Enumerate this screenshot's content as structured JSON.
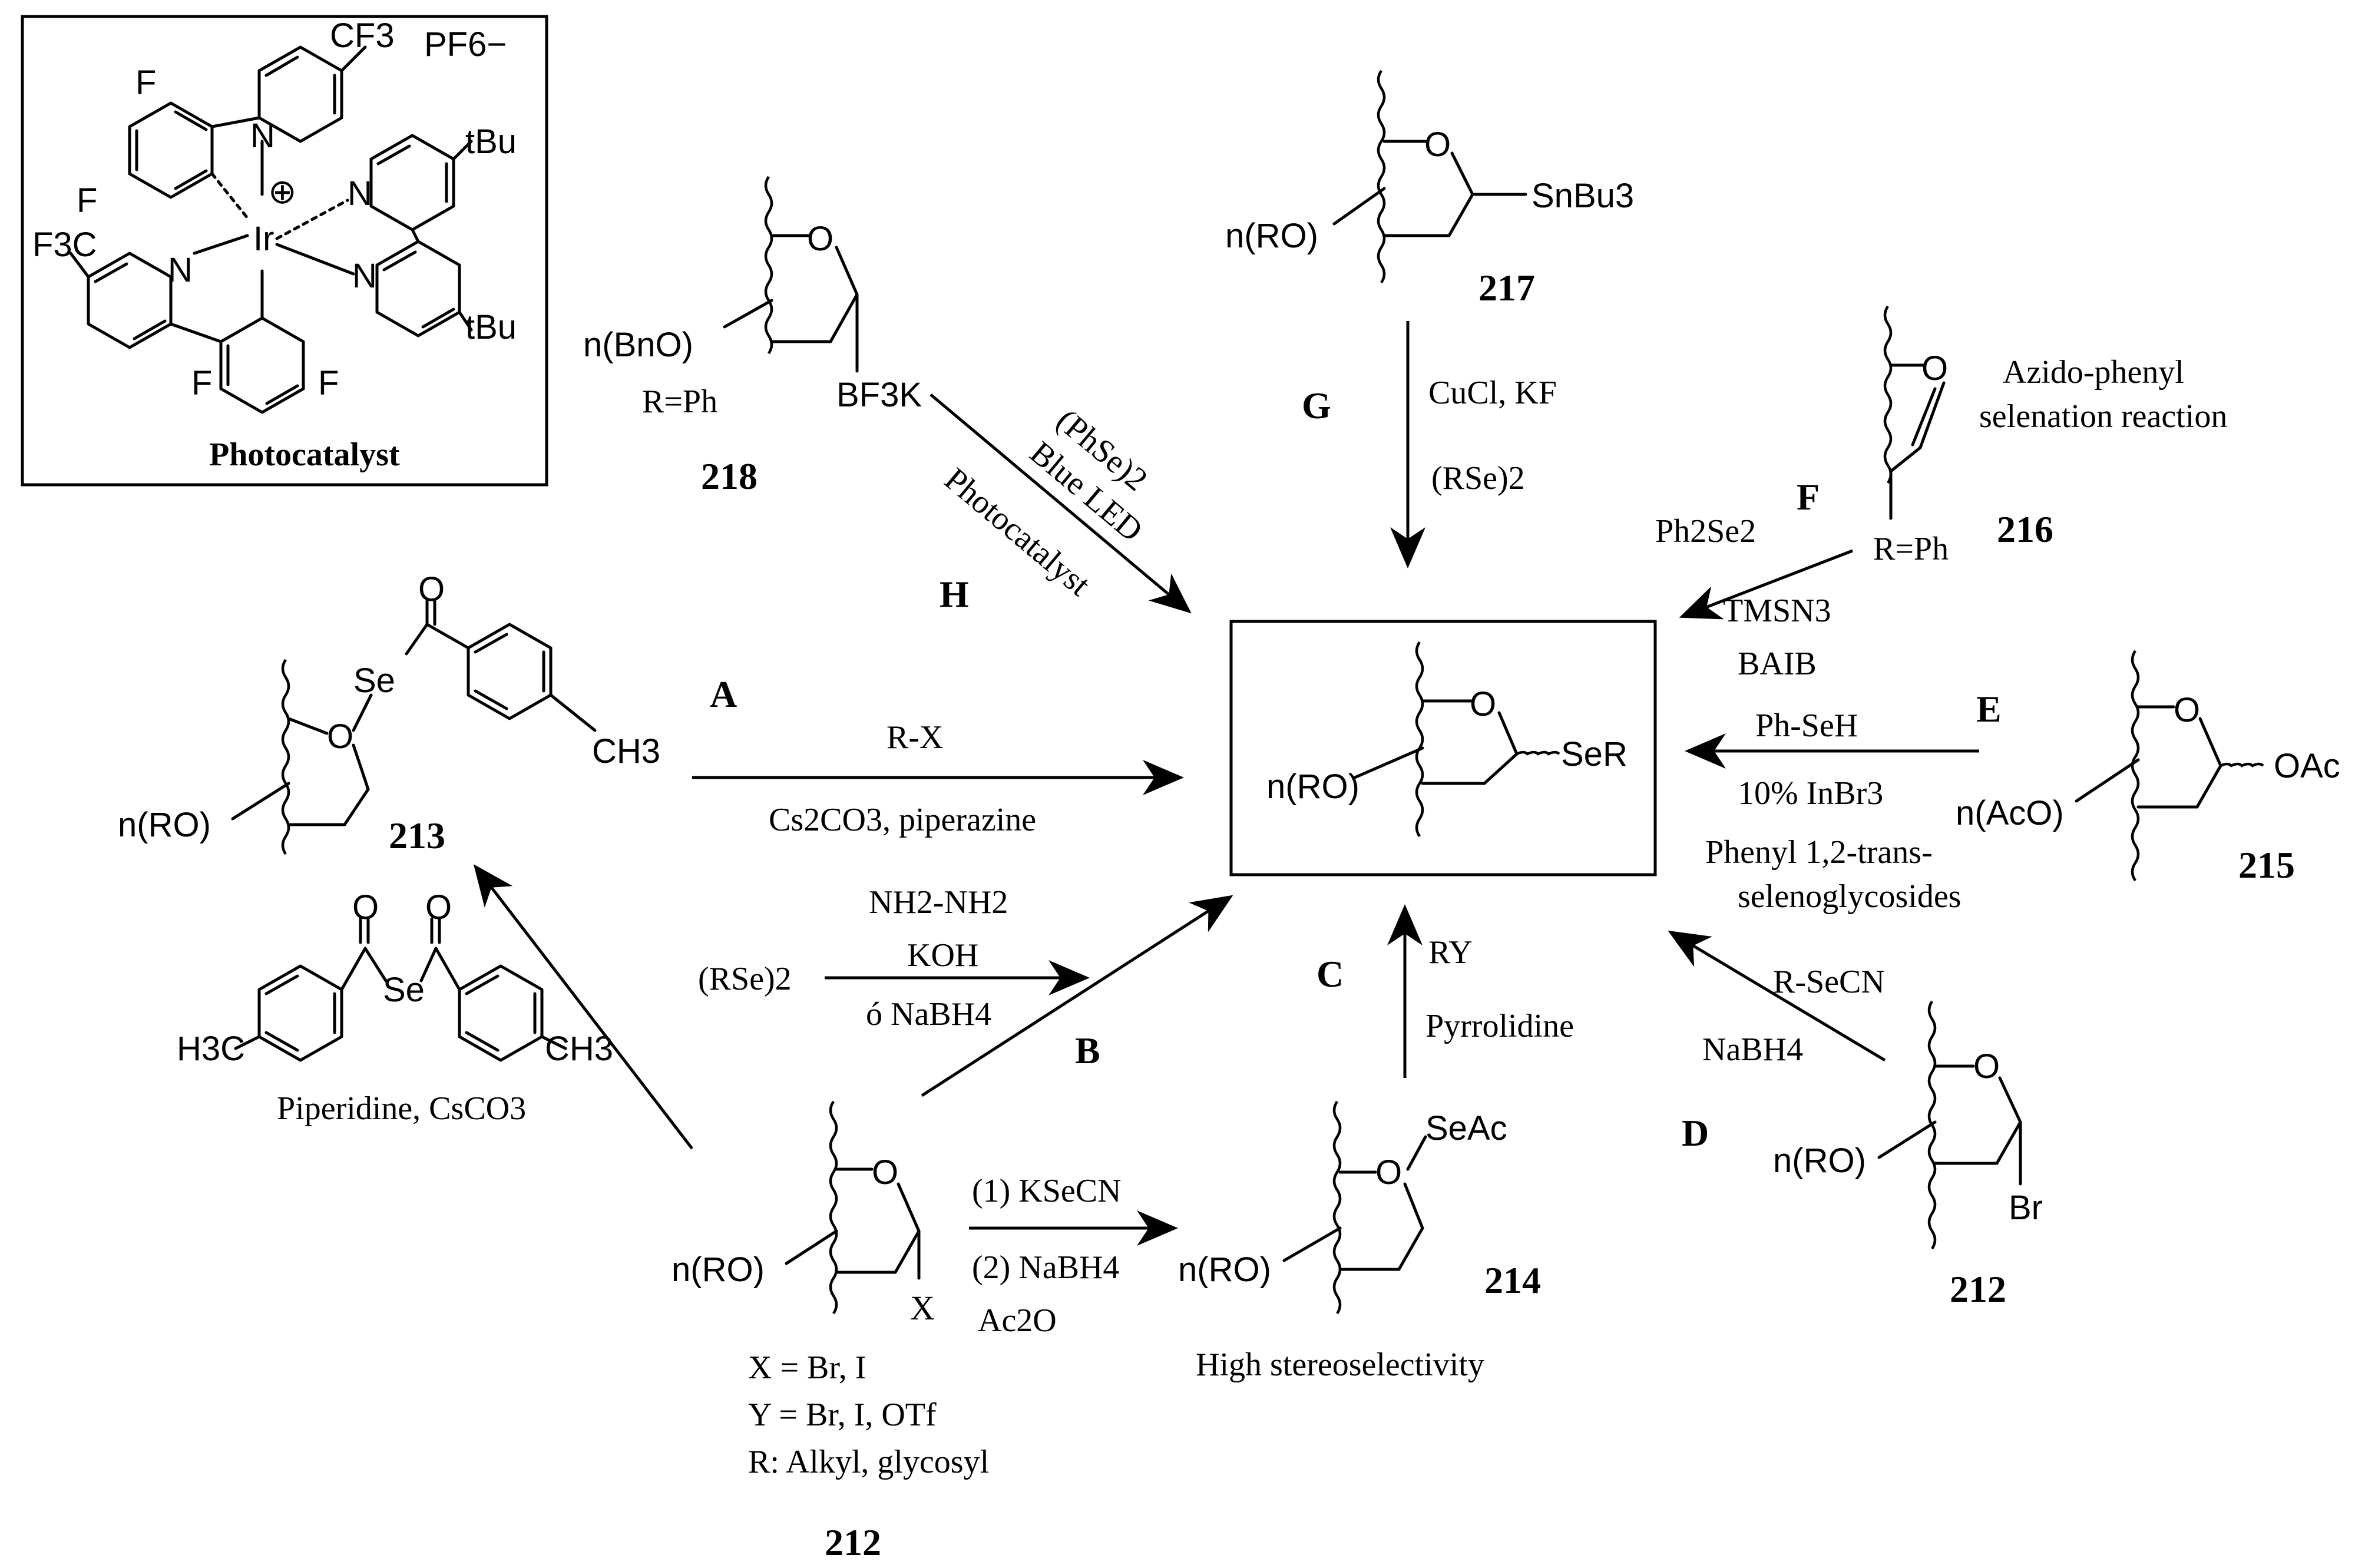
{
  "photocatalyst": {
    "title": "Photocatalyst",
    "counterion": "PF6−",
    "metal": "Ir",
    "charge": "⊕",
    "atoms": {
      "f1": "F",
      "f2": "F",
      "f3": "F",
      "f4": "F",
      "cf3_top": "CF3",
      "cf3_left": "F3C",
      "tbu_top": "tBu",
      "tbu_bottom": "tBu",
      "n1": "N",
      "n2": "N",
      "n3": "N",
      "n4": "N"
    }
  },
  "compounds": {
    "c218": {
      "number": "218",
      "substituent": "n(BnO)",
      "leaving": "BF3K",
      "r_def": "R=Ph",
      "ring_o": "O"
    },
    "c217": {
      "number": "217",
      "substituent": "n(RO)",
      "group": "SnBu3",
      "ring_o": "O"
    },
    "c216": {
      "number": "216",
      "r_def": "R=Ph",
      "ring_o": "O",
      "note_line1": "Azido-phenyl",
      "note_line2": "selenation reaction"
    },
    "c213": {
      "number": "213",
      "substituent": "n(RO)",
      "se": "Se",
      "ring_o": "O",
      "carbonyl_o": "O",
      "ch3": "CH3"
    },
    "c215": {
      "number": "215",
      "substituent": "n(AcO)",
      "group": "OAc",
      "ring_o": "O"
    },
    "c212_left": {
      "number": "212",
      "substituent": "n(RO)",
      "x_atom": "X",
      "ring_o": "O",
      "def_x": "X = Br, I",
      "def_y": "Y = Br, I, OTf",
      "def_r": "R: Alkyl, glycosyl"
    },
    "c214": {
      "number": "214",
      "substituent": "n(RO)",
      "group": "SeAc",
      "ring_o": "O",
      "note": "High stereoselectivity"
    },
    "c212_right": {
      "number": "212",
      "substituent": "n(RO)",
      "br": "Br",
      "ring_o": "O"
    },
    "product": {
      "substituent": "n(RO)",
      "group": "SeR",
      "ring_o": "O"
    },
    "diselenide": {
      "se": "Se",
      "o1": "O",
      "o2": "O",
      "ch3_left": "H3C",
      "ch3_right": "CH3"
    }
  },
  "routes": {
    "A": {
      "letter": "A",
      "above": "R-X",
      "below": "Cs2CO3, piperazine"
    },
    "B": {
      "letter": "B",
      "line1": "NH2-NH2",
      "line2": "KOH",
      "line3": "ó NaBH4",
      "reagent": "(RSe)2"
    },
    "C": {
      "letter": "C",
      "line1": "RY",
      "line2": "Pyrrolidine"
    },
    "D": {
      "letter": "D",
      "line1": "R-SeCN",
      "line2": "NaBH4"
    },
    "E": {
      "letter": "E",
      "line1": "Ph-SeH",
      "line2": "10% InBr3",
      "note1": "Phenyl 1,2-trans-",
      "note2": "selenoglycosides"
    },
    "F": {
      "letter": "F",
      "line1": "Ph2Se2",
      "line2": "TMSN3",
      "line3": "BAIB"
    },
    "G": {
      "letter": "G",
      "line1": "CuCl, KF",
      "line2": "(RSe)2"
    },
    "H": {
      "letter": "H",
      "line1": "(PhSe)2",
      "line2": "Blue LED",
      "line3": "Photocatalyst"
    },
    "to213": {
      "line1": "Piperidine, CsCO3"
    },
    "to214": {
      "line1": "(1) KSeCN",
      "line2": "(2) NaBH4",
      "line3": "Ac2O"
    }
  }
}
